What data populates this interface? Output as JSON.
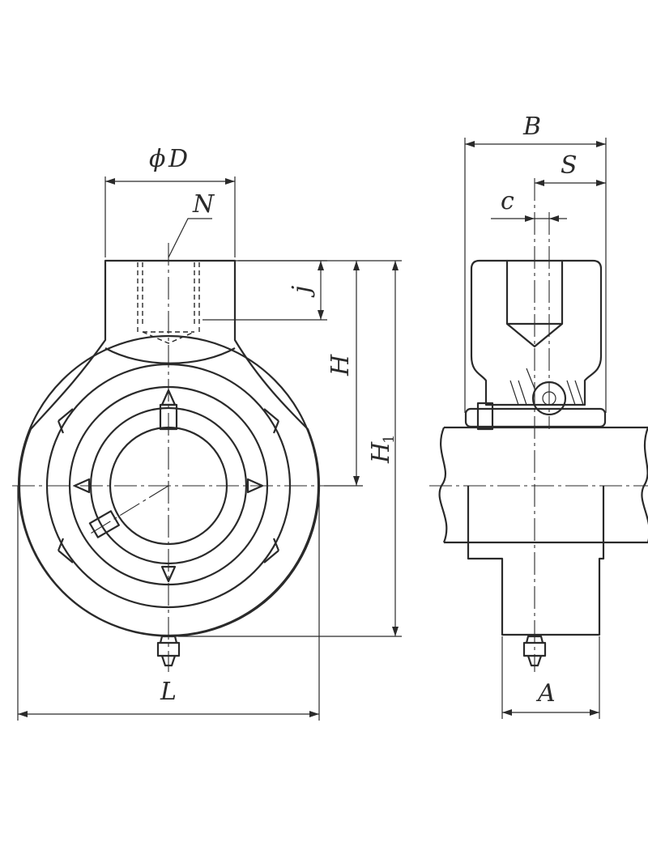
{
  "labels": {
    "phi": "ϕ",
    "D": "D",
    "N": "N",
    "j": "j",
    "H": "H",
    "H1_main": "H",
    "H1_sub": "1",
    "L": "L",
    "B": "B",
    "S": "S",
    "c": "c",
    "A": "A"
  },
  "colors": {
    "line": "#2a2a2a",
    "background": "#ffffff"
  }
}
